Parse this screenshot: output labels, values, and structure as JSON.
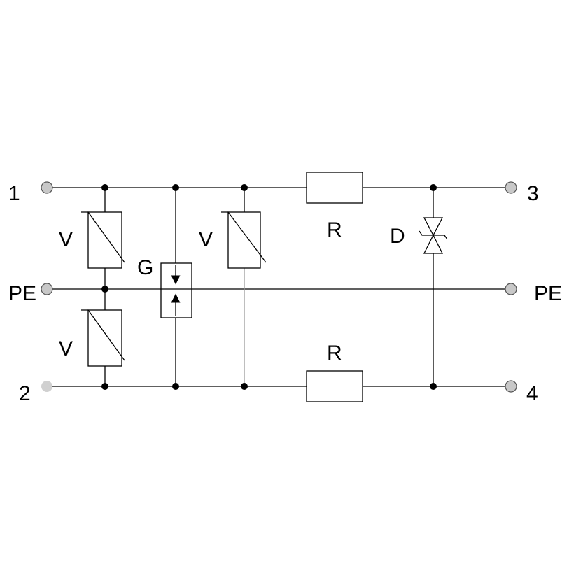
{
  "terminals": {
    "t1": "1",
    "t2": "2",
    "t3": "3",
    "t4": "4",
    "pe_left": "PE",
    "pe_right": "PE"
  },
  "components": {
    "varistor_top_left": "V",
    "varistor_bottom_left": "V",
    "varistor_mid": "V",
    "gas_discharge_tube": "G",
    "resistor_top": "R",
    "resistor_bottom": "R",
    "diode": "D"
  },
  "colors": {
    "line": "#000000",
    "terminal_fill": "#c8c8c8",
    "grey_wire": "#9a9a9a"
  }
}
